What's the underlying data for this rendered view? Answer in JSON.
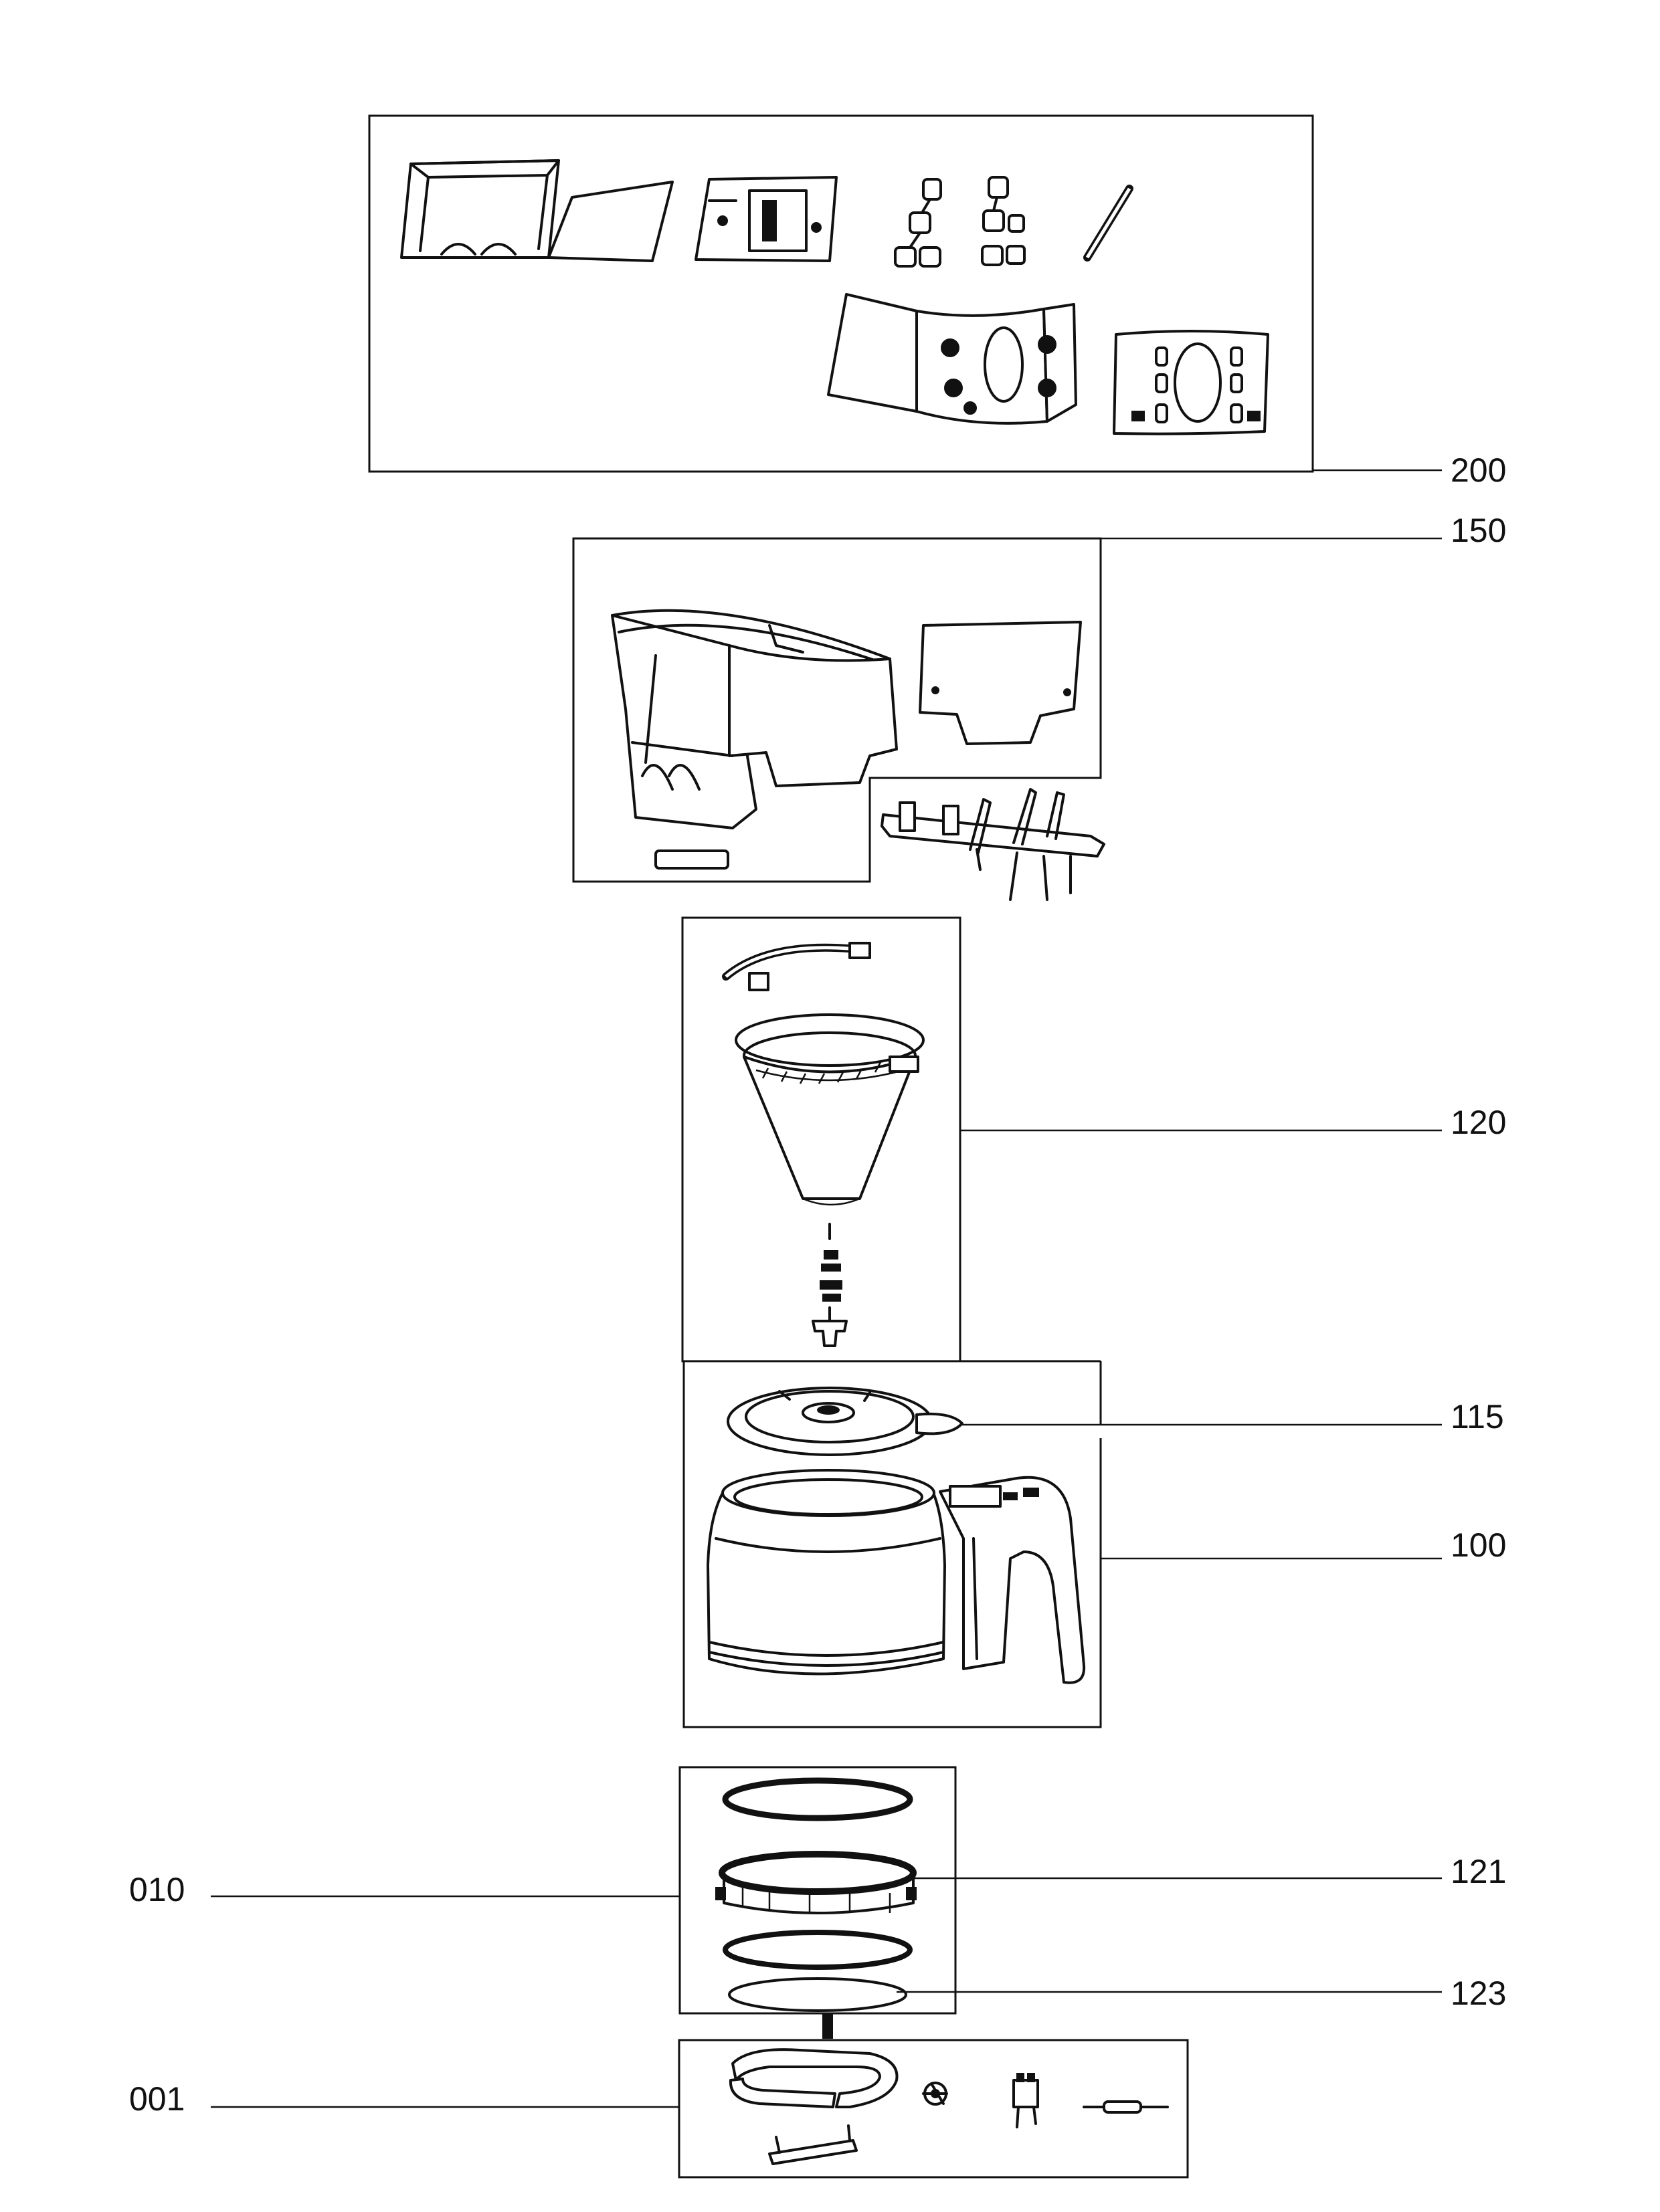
{
  "callouts": {
    "c200": "200",
    "c150": "150",
    "c120": "120",
    "c115": "115",
    "c100": "100",
    "c010": "010",
    "c121": "121",
    "c123": "123",
    "c001": "001"
  },
  "colors": {
    "line": "#111111",
    "background": "#ffffff"
  }
}
